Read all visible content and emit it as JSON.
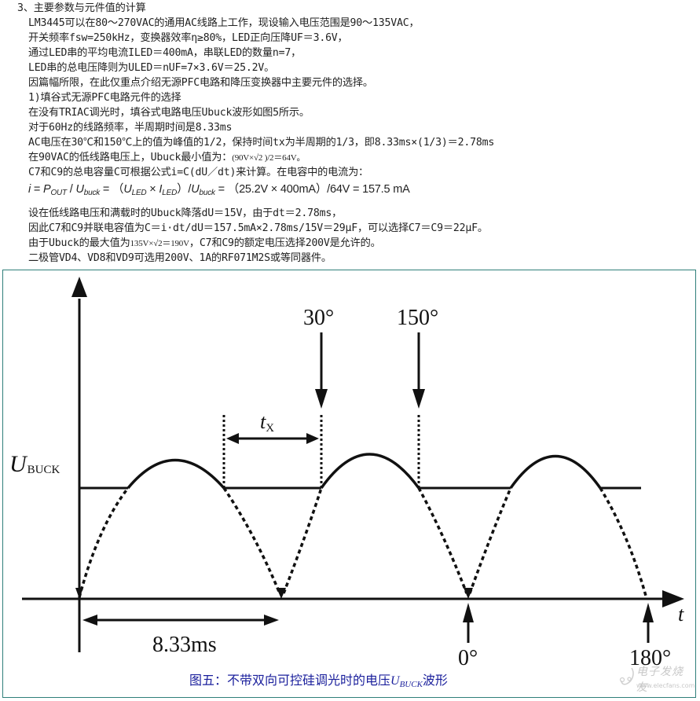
{
  "article": {
    "heading": "3、主要参数与元件值的计算",
    "lines": [
      "LM3445可以在80～270VAC的通用AC线路上工作，现设输入电压范围是90～135VAC，",
      "开关频率fsw=250kHz，变换器效率η≥80%，LED正向压降UF＝3.6V，",
      "通过LED串的平均电流ILED＝400mA，串联LED的数量n=7，",
      "LED串的总电压降则为ULED＝nUF=7×3.6V＝25.2V。",
      "因篇幅所限，在此仅重点介绍无源PFC电路和降压变换器中主要元件的选择。",
      "1)填谷式无源PFC电路元件的选择",
      "在没有TRIAC调光时，填谷式电路电压Ubuck波形如图5所示。",
      "对于60Hz的线路频率，半周期时间是8.33ms",
      "AC电压在30℃和150℃上的值为峰值的1/2，保持时间tx为半周期的1/3，即8.33ms×(1/3)＝2.78ms"
    ],
    "line_min_voltage": {
      "prefix": "在90VAC的低线路电压上，Ubuck最小值为：",
      "formula": "(90V×√2 )/2＝64V。"
    },
    "line_capacitance": "C7和C9的总电容量C可根据公式i=C(dU／dt)来计算。在电容中的电流为：",
    "current_formula": {
      "i": "i",
      "eq1": " = ",
      "P": "P",
      "P_sub": "OUT",
      "slash1": " / ",
      "U1": "U",
      "U1_sub": "buck",
      "eq2": " = （",
      "U2": "U",
      "U2_sub": "LED",
      "times": " × ",
      "I": "I",
      "I_sub": "LED",
      "close": "）/",
      "U3": "U",
      "U3_sub": "buck",
      "rest": " = （25.2V × 400mA）/64V = 157.5 mA"
    },
    "line_drop": "设在低线路电压和满载时的Ubuck降落dU＝15V，由于dt＝2.78ms，",
    "line_parallel": "因此C7和C9并联电容值为C＝i·dt/dU＝157.5mA×2.78ms/15V＝29μF，可以选择C7＝C9＝22μF。",
    "line_max": {
      "prefix": "由于Ubuck的最大值为",
      "formula": "135V×√2＝190V",
      "suffix": "，C7和C9的额定电压选择200V是允许的。"
    },
    "line_diodes": "二极管VD4、VD8和VD9可选用200V、1A的RF071M2S或等同器件。"
  },
  "figure": {
    "y_axis_label_main": "U",
    "y_axis_label_sub": "BUCK",
    "x_axis_label": "t",
    "marker_30": "30°",
    "marker_150": "150°",
    "marker_0": "0°",
    "marker_180": "180°",
    "tx_label_main": "t",
    "tx_label_sub": "X",
    "period_label": "8.33ms",
    "caption_prefix": "图五：不带双向可控硅调光时的电压",
    "caption_u": "U",
    "caption_sub": "BUCK",
    "caption_suffix": "波形",
    "border_color": "#2f7f7a",
    "caption_color": "#1a1f9c"
  },
  "watermark": {
    "title": "电子发烧友",
    "url": "www.elecfans.com"
  }
}
